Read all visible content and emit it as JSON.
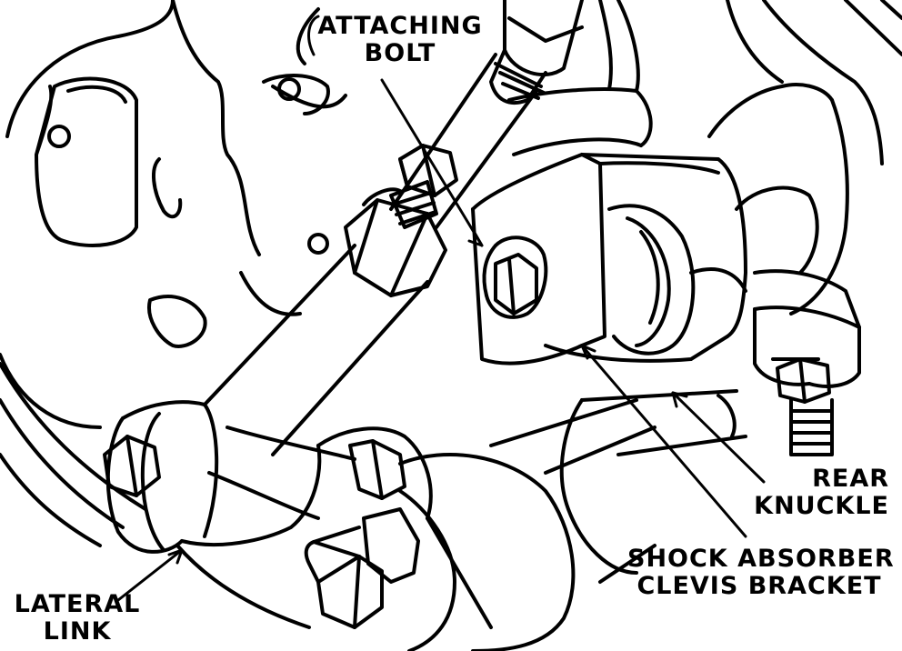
{
  "labels": {
    "attaching_bolt": [
      "ATTACHING",
      "BOLT"
    ],
    "rear_knuckle": [
      "REAR",
      "KNUCKLE"
    ],
    "shock_bracket": [
      "SHOCK ABSORBER",
      "CLEVIS BRACKET"
    ],
    "lateral_link": [
      "LATERAL",
      "LINK"
    ]
  },
  "colors": {
    "ink": "#000000",
    "paper": "#ffffff"
  }
}
